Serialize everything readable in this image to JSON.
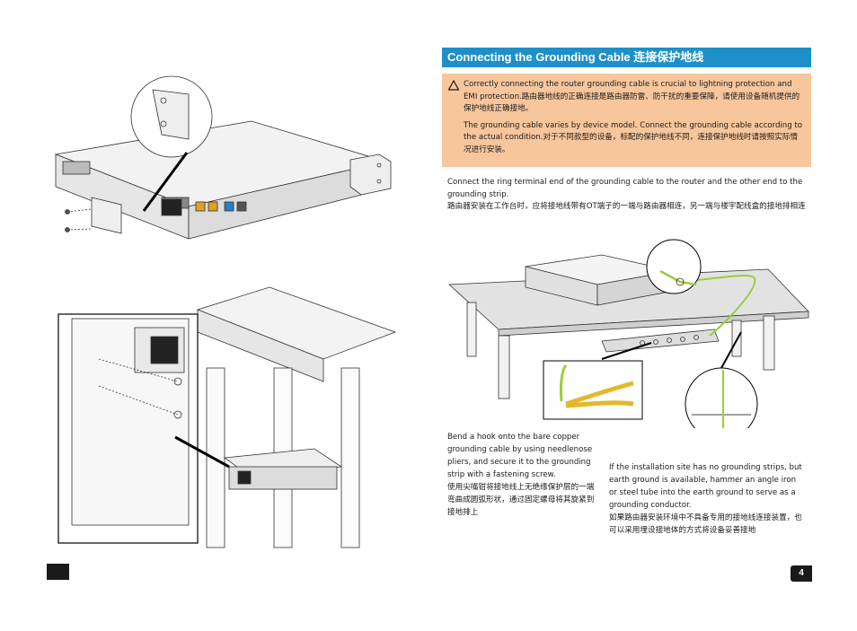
{
  "section": {
    "title": "Connecting the Grounding Cable 连接保护地线"
  },
  "warning": {
    "icon": "warning-triangle-icon",
    "para1": "Correctly connecting the router grounding cable is crucial to lightning protection and EMI protection.路由器地线的正确连接是路由器防雷、防干扰的重要保障，请使用设备随机提供的保护地线正确接地。",
    "para2": "The grounding cable varies by device model. Connect the grounding cable according to the actual condition.对于不同款型的设备，标配的保护地线不同，连接保护地线时请按照实际情况进行安装。"
  },
  "instructions": {
    "intro_en": "Connect the ring terminal end of the grounding cable to the router and the other end to the grounding strip.",
    "intro_zh": "路由器安装在工作台时，应将接地线带有OT端子的一端与路由器相连，另一端与楼宇配线盒的接地排相连",
    "bend_en": "Bend a hook onto the bare copper grounding cable by using needlenose pliers, and secure it to the grounding strip with a fastening screw.",
    "bend_zh": "使用尖嘴钳将接地线上无绝缘保护层的一端弯曲成圆弧形状，通过固定螺母将其旋紧到接地排上",
    "ground_en": "If the installation site has no grounding strips, but earth ground is available, hammer an angle iron or steel tube into the earth ground to serve as a grounding conductor.",
    "ground_zh": "如果路由器安装环境中不具备专用的接地线连接装置，也可以采用埋设接地体的方式将设备妥善接地"
  },
  "page": {
    "number": "4"
  },
  "colors": {
    "header": "#1f8fc9",
    "warning_bg": "#f8c69c",
    "cable": "#9ccc3a"
  }
}
